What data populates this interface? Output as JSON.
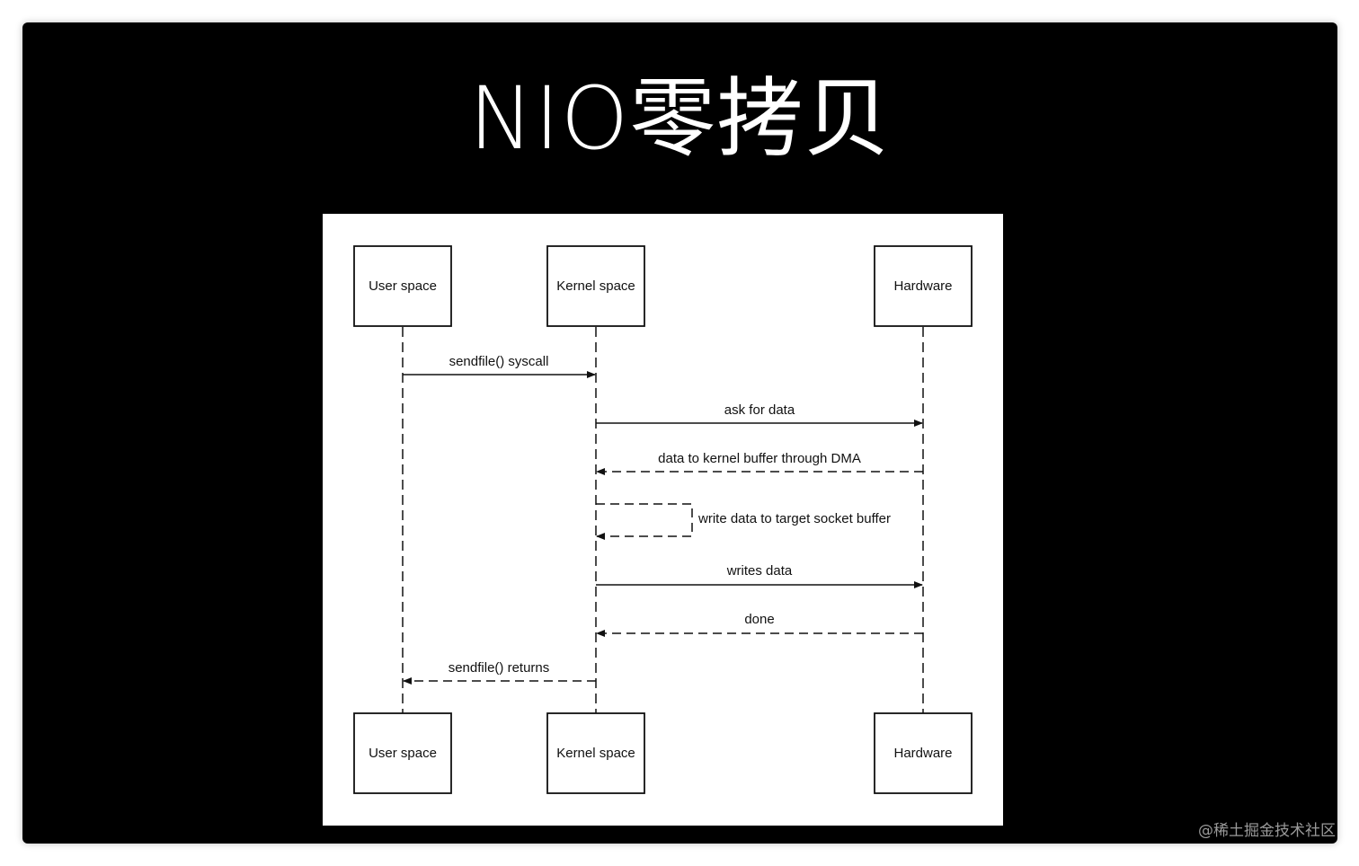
{
  "slide": {
    "title": "NIO零拷贝"
  },
  "diagram": {
    "participants": {
      "user": "User space",
      "kernel": "Kernel space",
      "hardware": "Hardware"
    },
    "messages": {
      "sendfile_call": "sendfile() syscall",
      "ask_for_data": "ask for data",
      "dma_to_kernel": "data to kernel buffer through DMA",
      "write_socket": "write data to target socket buffer",
      "writes_data": "writes data",
      "done": "done",
      "sendfile_return": "sendfile() returns"
    }
  },
  "watermark": {
    "text": "@稀土掘金技术社区"
  }
}
